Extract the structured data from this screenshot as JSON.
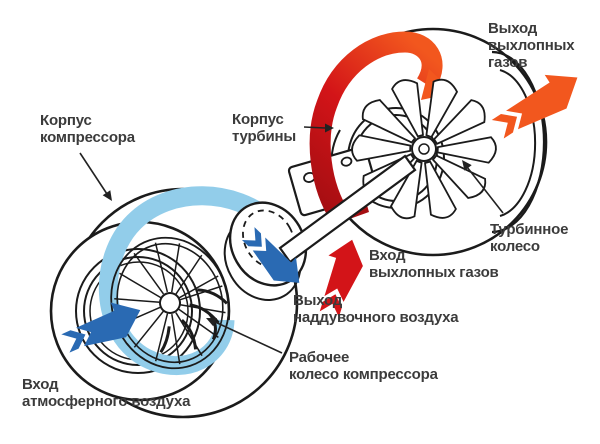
{
  "diagram": {
    "labels": {
      "compressor_housing": "Корпус\nкомпрессора",
      "turbine_housing": "Корпус\nтурбины",
      "exhaust_outlet": "Выход\nвыхлопных\nгазов",
      "turbine_wheel": "Турбинное\nколесо",
      "exhaust_inlet": "Вход\nвыхлопных газов",
      "charge_air_outlet": "Выход\nнаддувочного воздуха",
      "compressor_wheel": "Рабочее\nколесо компрессора",
      "air_inlet": "Вход\nатмосферного воздуха"
    },
    "colors": {
      "label_text": "#3b3b3b",
      "line_art": "#1b1b1b",
      "intake_air_blue": "#2a6ab3",
      "charge_air_light_blue": "#92cdea",
      "exhaust_red_dark": "#a50e12",
      "exhaust_red": "#d31418",
      "exhaust_orange": "#f2571e"
    }
  }
}
